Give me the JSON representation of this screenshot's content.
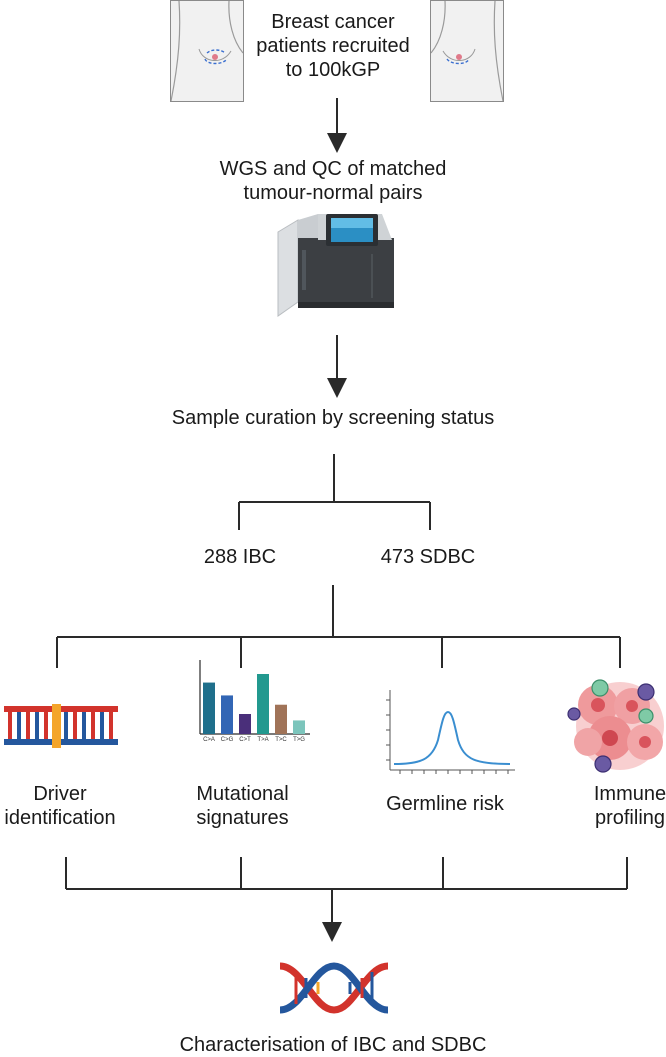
{
  "steps": {
    "recruitment": "Breast cancer\npatients recruited\nto 100kGP",
    "sequencing": "WGS and QC of matched\ntumour-normal pairs",
    "curation": "Sample curation by screening status",
    "outcome": "Characterisation of IBC and SDBC"
  },
  "groups": {
    "ibc": "288 IBC",
    "sdbc": "473 SDBC"
  },
  "analyses": {
    "driver": "Driver\nidentification",
    "signatures": "Mutational\nsignatures",
    "germline": "Germline risk",
    "immune": "Immune\nprofiling"
  },
  "signature_chart": {
    "categories": [
      "C>A",
      "C>G",
      "C>T",
      "T>A",
      "T>C",
      "T>G"
    ],
    "values": [
      72,
      54,
      28,
      84,
      41,
      19
    ],
    "colors": [
      "#1f6f8b",
      "#3266b5",
      "#4a2f7a",
      "#22998f",
      "#a07358",
      "#7cc5bc"
    ]
  },
  "colors": {
    "line": "#2a2a2a",
    "dna_red": "#d2332c",
    "dna_blue": "#24579d",
    "dna_orange": "#f4a52a",
    "curve": "#3a8ed0"
  }
}
